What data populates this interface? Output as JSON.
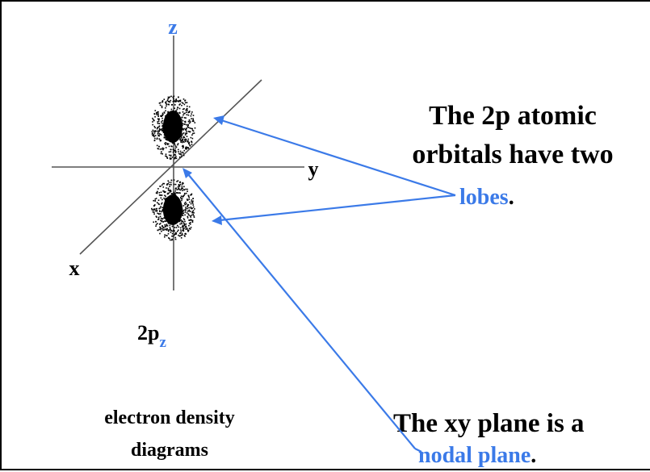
{
  "axes": {
    "z": "z",
    "y": "y",
    "x": "x"
  },
  "orbital_label": {
    "main": "2p",
    "subscript": "z"
  },
  "caption": {
    "line1": "electron density",
    "line2": "diagrams"
  },
  "lobes_text": {
    "line1": "The 2p atomic",
    "line2": "orbitals have two",
    "keyword": "lobes",
    "end": "."
  },
  "nodal_text": {
    "line1": "The xy plane is a",
    "keyword": "nodal plane",
    "end": "."
  },
  "colors": {
    "accent": "#3b7ae8",
    "text": "#000000",
    "axis": "#555555"
  }
}
